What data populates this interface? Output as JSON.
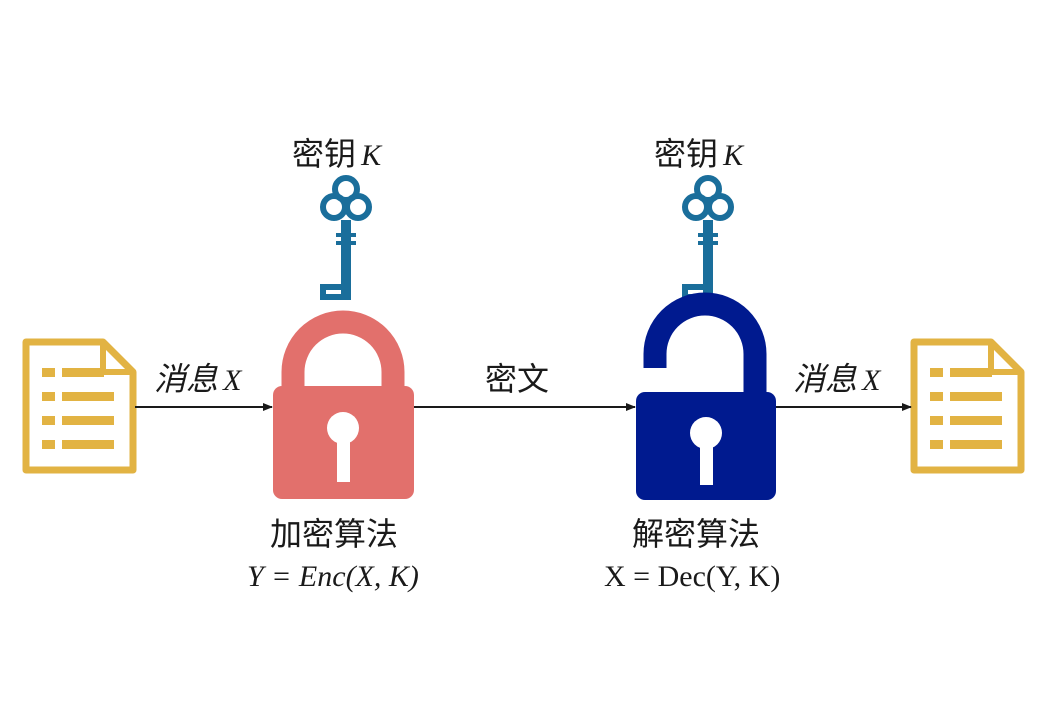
{
  "key_left": {
    "cn": "密钥",
    "var": "K"
  },
  "key_right": {
    "cn": "密钥",
    "var": "K"
  },
  "message_in": {
    "cn": "消息",
    "var": "X"
  },
  "message_out": {
    "cn": "消息",
    "var": "X"
  },
  "ciphertext": {
    "cn": "密文"
  },
  "encrypt": {
    "name": "加密算法",
    "formula": "Y = Enc(X, K)"
  },
  "decrypt": {
    "name": "解密算法",
    "formula": "X = Dec(Y, K)"
  },
  "colors": {
    "document": "#E2B343",
    "lock_closed": "#E2706C",
    "lock_open": "#001A8F",
    "key": "#1A6E9B",
    "arrow": "#1a1a1a"
  }
}
